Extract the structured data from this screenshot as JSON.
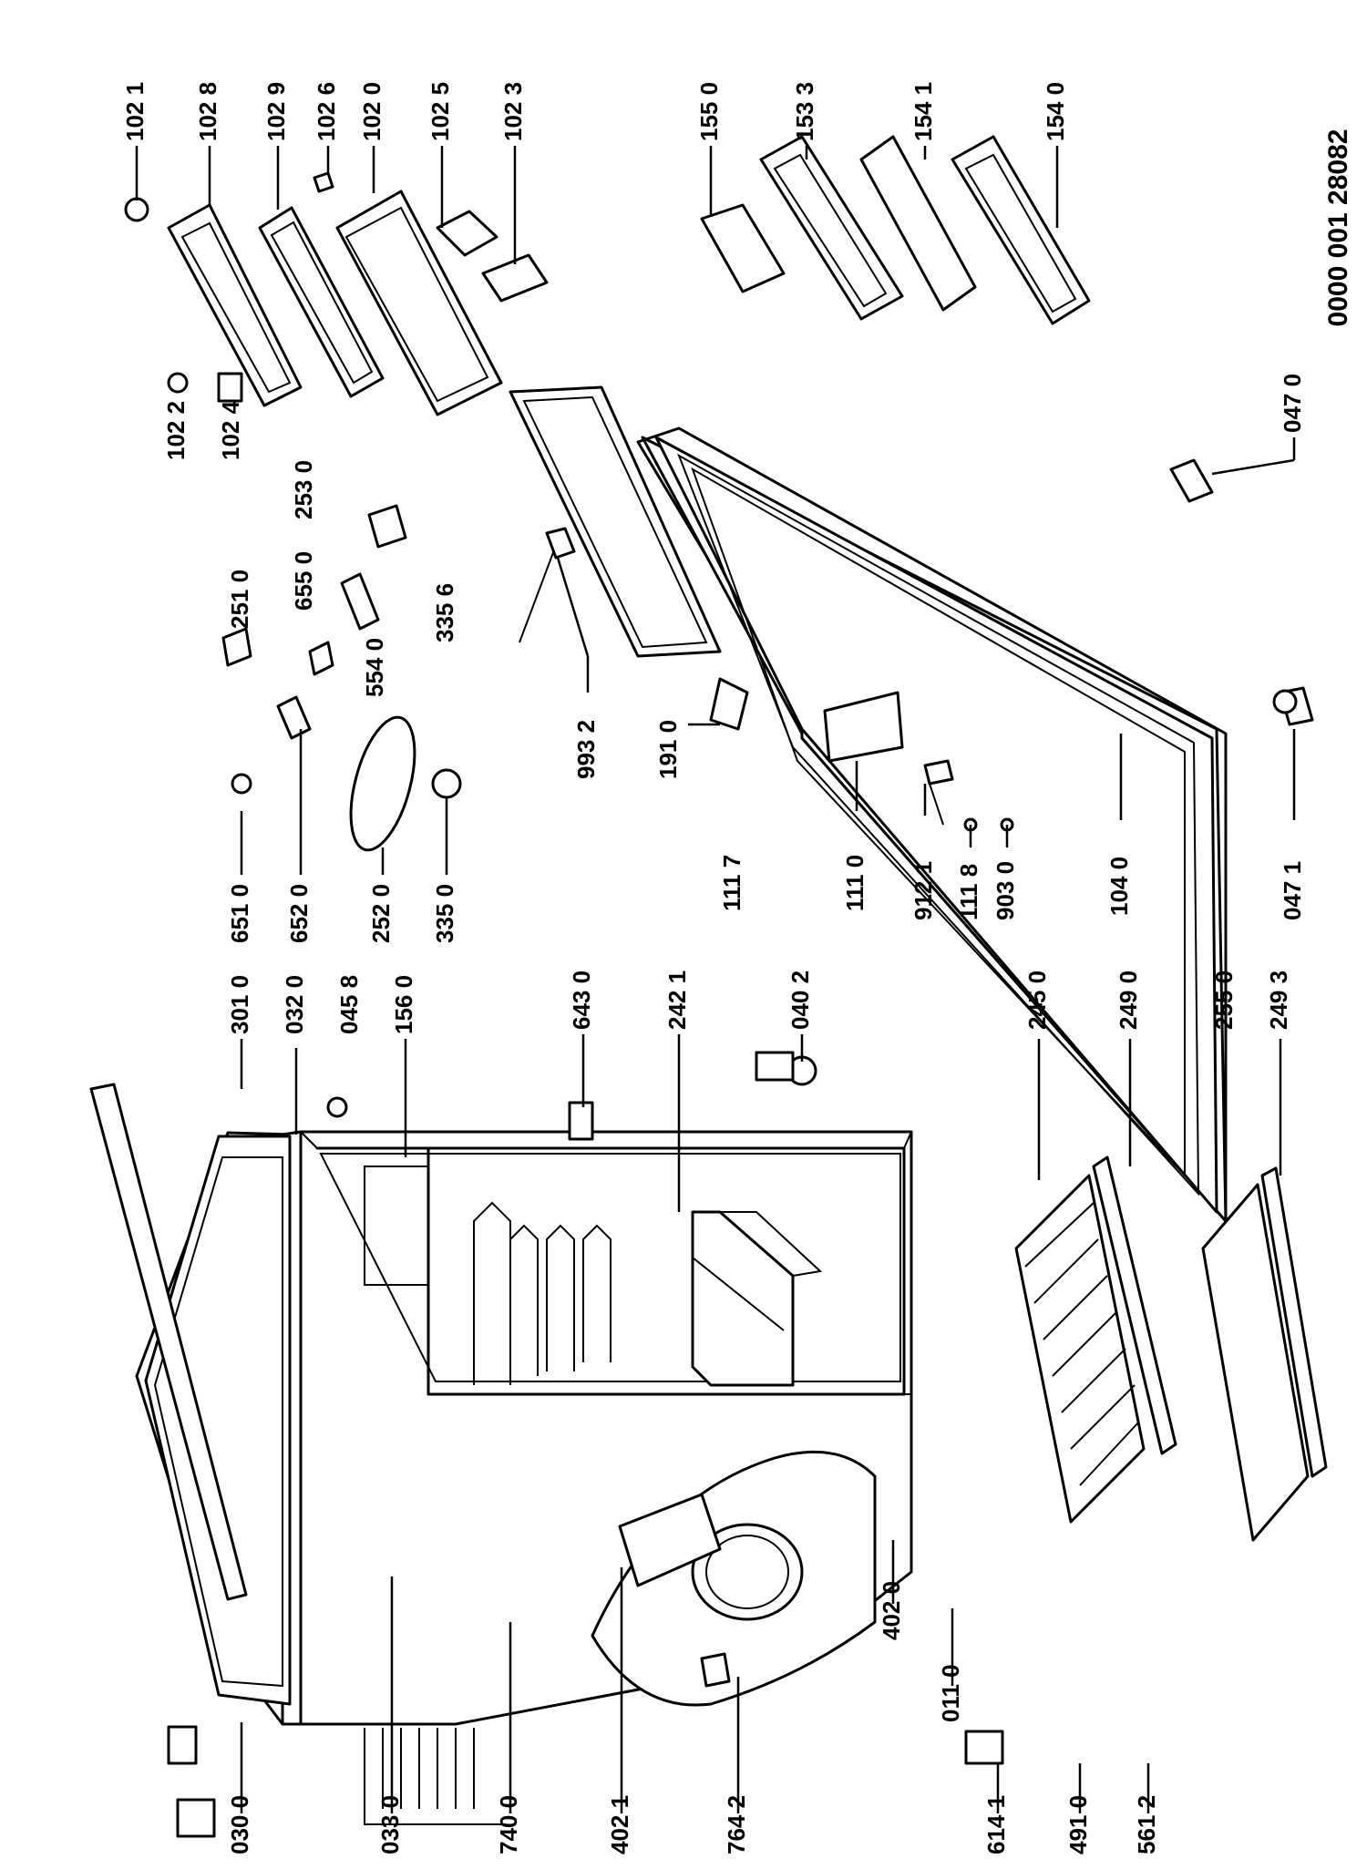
{
  "diagram": {
    "document_code": "0000 001 28082",
    "labels": [
      {
        "key": "l0300",
        "text": "030 0"
      },
      {
        "key": "l0330",
        "text": "033 0"
      },
      {
        "key": "l7400",
        "text": "740 0"
      },
      {
        "key": "l4021",
        "text": "402 1"
      },
      {
        "key": "l7642",
        "text": "764 2"
      },
      {
        "key": "l6141",
        "text": "614 1"
      },
      {
        "key": "l4910",
        "text": "491 0"
      },
      {
        "key": "l5612",
        "text": "561 2"
      },
      {
        "key": "l4020",
        "text": "402 0"
      },
      {
        "key": "l0110",
        "text": "011 0"
      },
      {
        "key": "l3010",
        "text": "301 0"
      },
      {
        "key": "l0320",
        "text": "032 0"
      },
      {
        "key": "l0458",
        "text": "045 8"
      },
      {
        "key": "l1560",
        "text": "156 0"
      },
      {
        "key": "l6430",
        "text": "643 0"
      },
      {
        "key": "l2421",
        "text": "242 1"
      },
      {
        "key": "l0402",
        "text": "040 2"
      },
      {
        "key": "l2450",
        "text": "245 0"
      },
      {
        "key": "l2490",
        "text": "249 0"
      },
      {
        "key": "l2550",
        "text": "255 0"
      },
      {
        "key": "l2493",
        "text": "249 3"
      },
      {
        "key": "l6510",
        "text": "651 0"
      },
      {
        "key": "l6520",
        "text": "652 0"
      },
      {
        "key": "l2520",
        "text": "252 0"
      },
      {
        "key": "l3350",
        "text": "335 0"
      },
      {
        "key": "l2510",
        "text": "251 0"
      },
      {
        "key": "l5540",
        "text": "554 0"
      },
      {
        "key": "l6550",
        "text": "655 0"
      },
      {
        "key": "l3356",
        "text": "335 6"
      },
      {
        "key": "l2530",
        "text": "253 0"
      },
      {
        "key": "l1022",
        "text": "102 2"
      },
      {
        "key": "l1024",
        "text": "102 4"
      },
      {
        "key": "l1021",
        "text": "102 1"
      },
      {
        "key": "l1028",
        "text": "102 8"
      },
      {
        "key": "l1029",
        "text": "102 9"
      },
      {
        "key": "l1026",
        "text": "102 6"
      },
      {
        "key": "l1020",
        "text": "102 0"
      },
      {
        "key": "l1025",
        "text": "102 5"
      },
      {
        "key": "l1023",
        "text": "102 3"
      },
      {
        "key": "l1550",
        "text": "155 0"
      },
      {
        "key": "l1533",
        "text": "153 3"
      },
      {
        "key": "l1541",
        "text": "154 1"
      },
      {
        "key": "l1540",
        "text": "154 0"
      },
      {
        "key": "l9932",
        "text": "993 2"
      },
      {
        "key": "l1910",
        "text": "191 0"
      },
      {
        "key": "l1117",
        "text": "111 7"
      },
      {
        "key": "l1110",
        "text": "111 0"
      },
      {
        "key": "l9121",
        "text": "912 1"
      },
      {
        "key": "l1118",
        "text": "111 8"
      },
      {
        "key": "l9030",
        "text": "903 0"
      },
      {
        "key": "l1040",
        "text": "104 0"
      },
      {
        "key": "l0470",
        "text": "047 0"
      },
      {
        "key": "l0471",
        "text": "047 1"
      }
    ]
  }
}
